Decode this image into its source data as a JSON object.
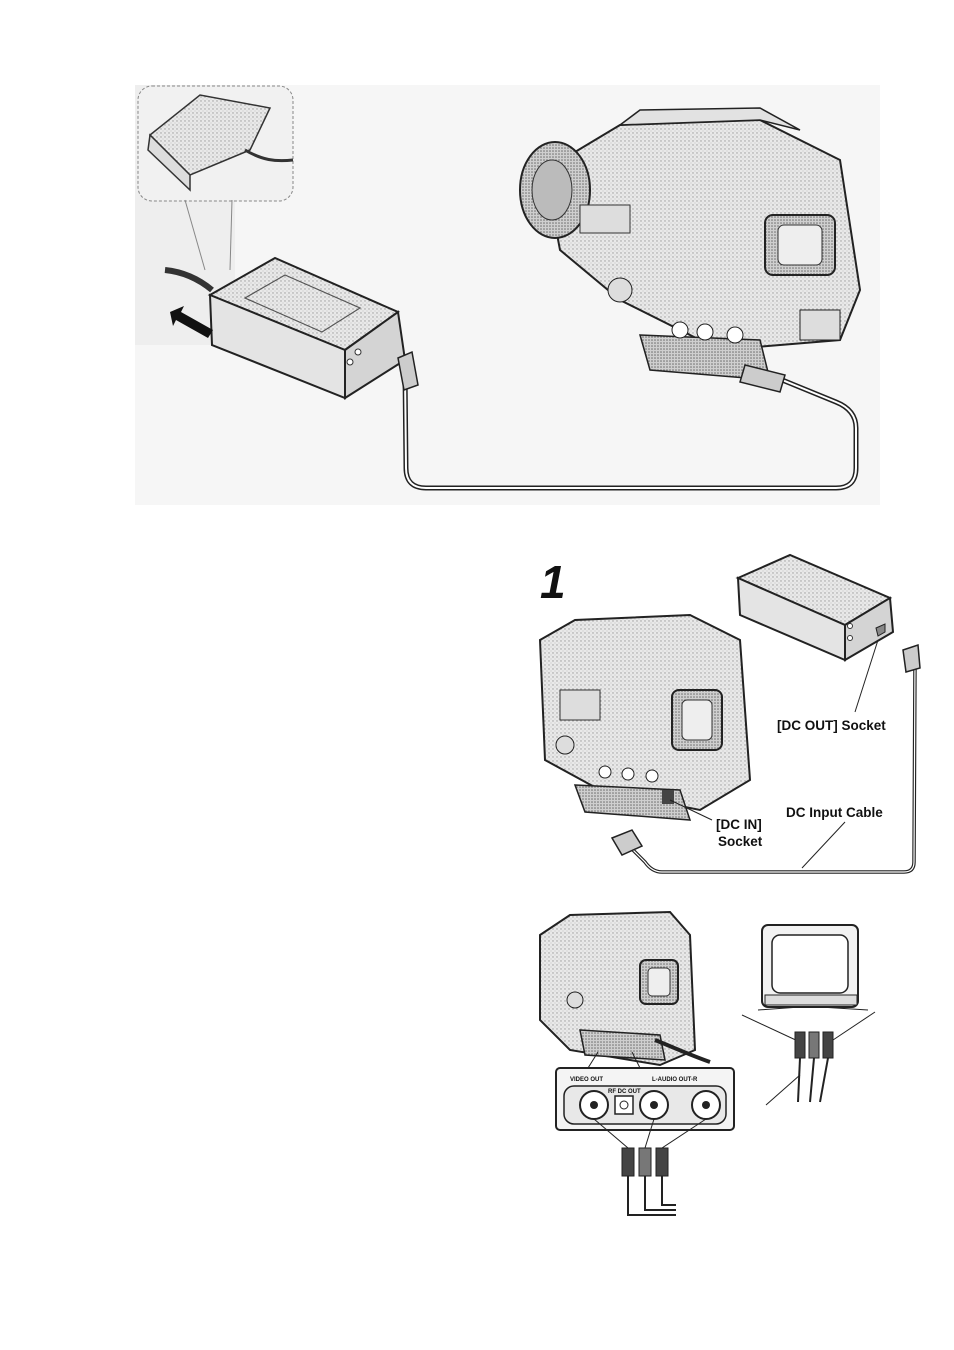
{
  "step": {
    "number": "1"
  },
  "labels": {
    "dc_out_socket": "[DC OUT] Socket",
    "dc_input_cable": "DC Input Cable",
    "dc_in_line1": "[DC IN]",
    "dc_in_line2": "Socket"
  },
  "jack_panel": {
    "video_out": "VIDEO OUT",
    "rf_dc_out": "RF DC OUT",
    "audio_out": "L-AUDIO OUT-R"
  }
}
